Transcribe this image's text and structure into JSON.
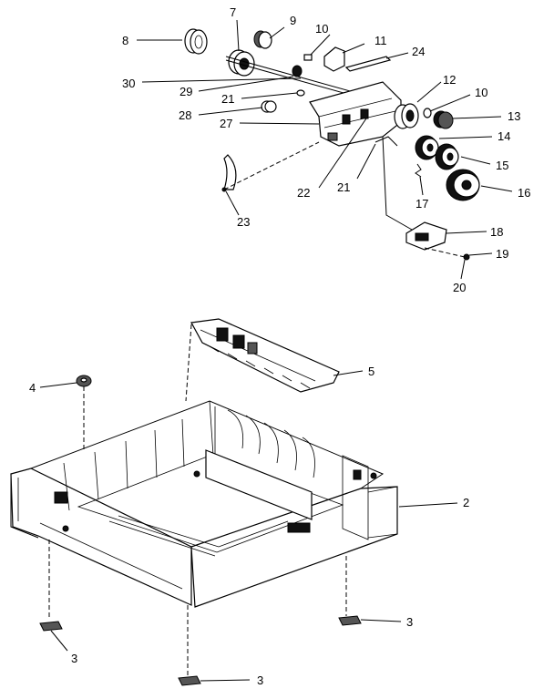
{
  "labels": {
    "l2": "2",
    "l3a": "3",
    "l3b": "3",
    "l3c": "3",
    "l4": "4",
    "l5": "5",
    "l7": "7",
    "l8": "8",
    "l9": "9",
    "l10a": "10",
    "l10b": "10",
    "l11": "11",
    "l12": "12",
    "l13": "13",
    "l14": "14",
    "l15": "15",
    "l16": "16",
    "l17": "17",
    "l18": "18",
    "l19": "19",
    "l20": "20",
    "l21a": "21",
    "l21b": "21",
    "l22": "22",
    "l23": "23",
    "l24": "24",
    "l27": "27",
    "l28": "28",
    "l29": "29",
    "l30": "30"
  }
}
